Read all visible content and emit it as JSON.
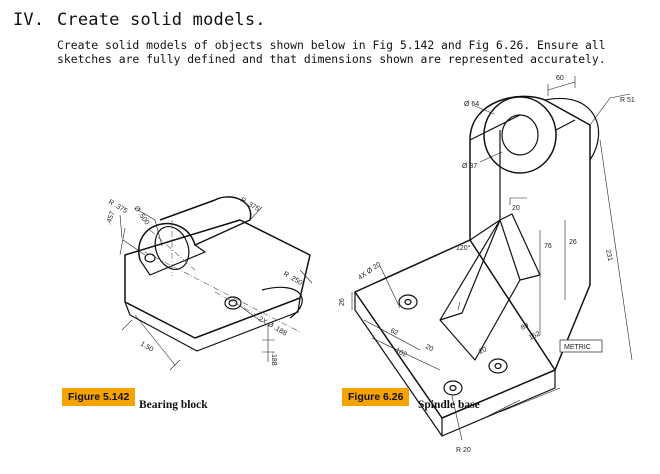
{
  "heading": {
    "number": "IV.",
    "title": "Create solid models."
  },
  "intro": {
    "line1": "Create solid models of objects shown below in Fig 5.142 and Fig 6.26. Ensure all",
    "line2": "sketches are fully defined and that dimensions shown are represented accurately."
  },
  "figure_left": {
    "badge": "Figure 5.142",
    "title": "Bearing block",
    "dims": {
      "d500": "Ø .500",
      "r375a": "R .375",
      "r375b": "R .375",
      "d457": ".457",
      "r250": "R .250",
      "holes": "2X Ø .188",
      "len150": "1.50",
      "d188": ".188"
    }
  },
  "figure_right": {
    "badge": "Figure 6.26",
    "title": "Spindle base",
    "dims": {
      "d64": "Ø 64",
      "d37": "Ø 37",
      "d60": "60",
      "r51": "R 51",
      "d20top": "20",
      "d120": "120°",
      "d76": "76",
      "d26": "26",
      "d231": "231",
      "holes": "4X Ø 20",
      "d26l": "26",
      "d62": "62",
      "d20a": "20",
      "d20b": "20",
      "d102": "102",
      "d89": "89",
      "d152": "152",
      "r20": "R 20",
      "metric": "METRIC"
    }
  }
}
